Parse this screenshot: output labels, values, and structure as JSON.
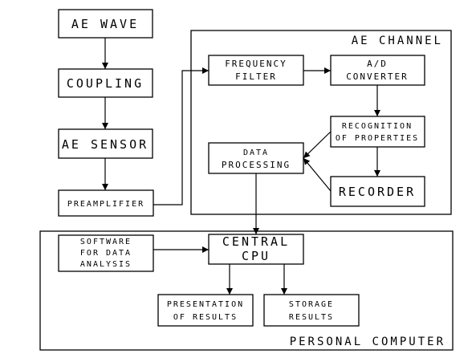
{
  "groups": {
    "ae_channel": "AE CHANNEL",
    "personal_computer": "PERSONAL COMPUTER"
  },
  "nodes": {
    "ae_wave": [
      "AE WAVE"
    ],
    "coupling": [
      "COUPLING"
    ],
    "ae_sensor": [
      "AE SENSOR"
    ],
    "preamplifier": [
      "PREAMPLIFIER"
    ],
    "frequency_filter": [
      "FREQUENCY",
      "FILTER"
    ],
    "ad_converter": [
      "A/D",
      "CONVERTER"
    ],
    "recognition": [
      "RECOGNITION",
      "OF PROPERTIES"
    ],
    "data_processing": [
      "DATA",
      "PROCESSING"
    ],
    "recorder": [
      "RECORDER"
    ],
    "software": [
      "SOFTWARE",
      "FOR DATA",
      "ANALYSIS"
    ],
    "central_cpu": [
      "CENTRAL",
      "CPU"
    ],
    "presentation": [
      "PRESENTATION",
      "OF RESULTS"
    ],
    "storage": [
      "STORAGE",
      "RESULTS"
    ]
  },
  "edges": [
    [
      "ae_wave",
      "coupling"
    ],
    [
      "coupling",
      "ae_sensor"
    ],
    [
      "ae_sensor",
      "preamplifier"
    ],
    [
      "preamplifier",
      "frequency_filter"
    ],
    [
      "frequency_filter",
      "ad_converter"
    ],
    [
      "ad_converter",
      "recognition"
    ],
    [
      "recognition",
      "data_processing"
    ],
    [
      "recognition",
      "recorder"
    ],
    [
      "recorder",
      "data_processing"
    ],
    [
      "data_processing",
      "central_cpu"
    ],
    [
      "software",
      "central_cpu"
    ],
    [
      "central_cpu",
      "presentation"
    ],
    [
      "central_cpu",
      "storage"
    ]
  ]
}
